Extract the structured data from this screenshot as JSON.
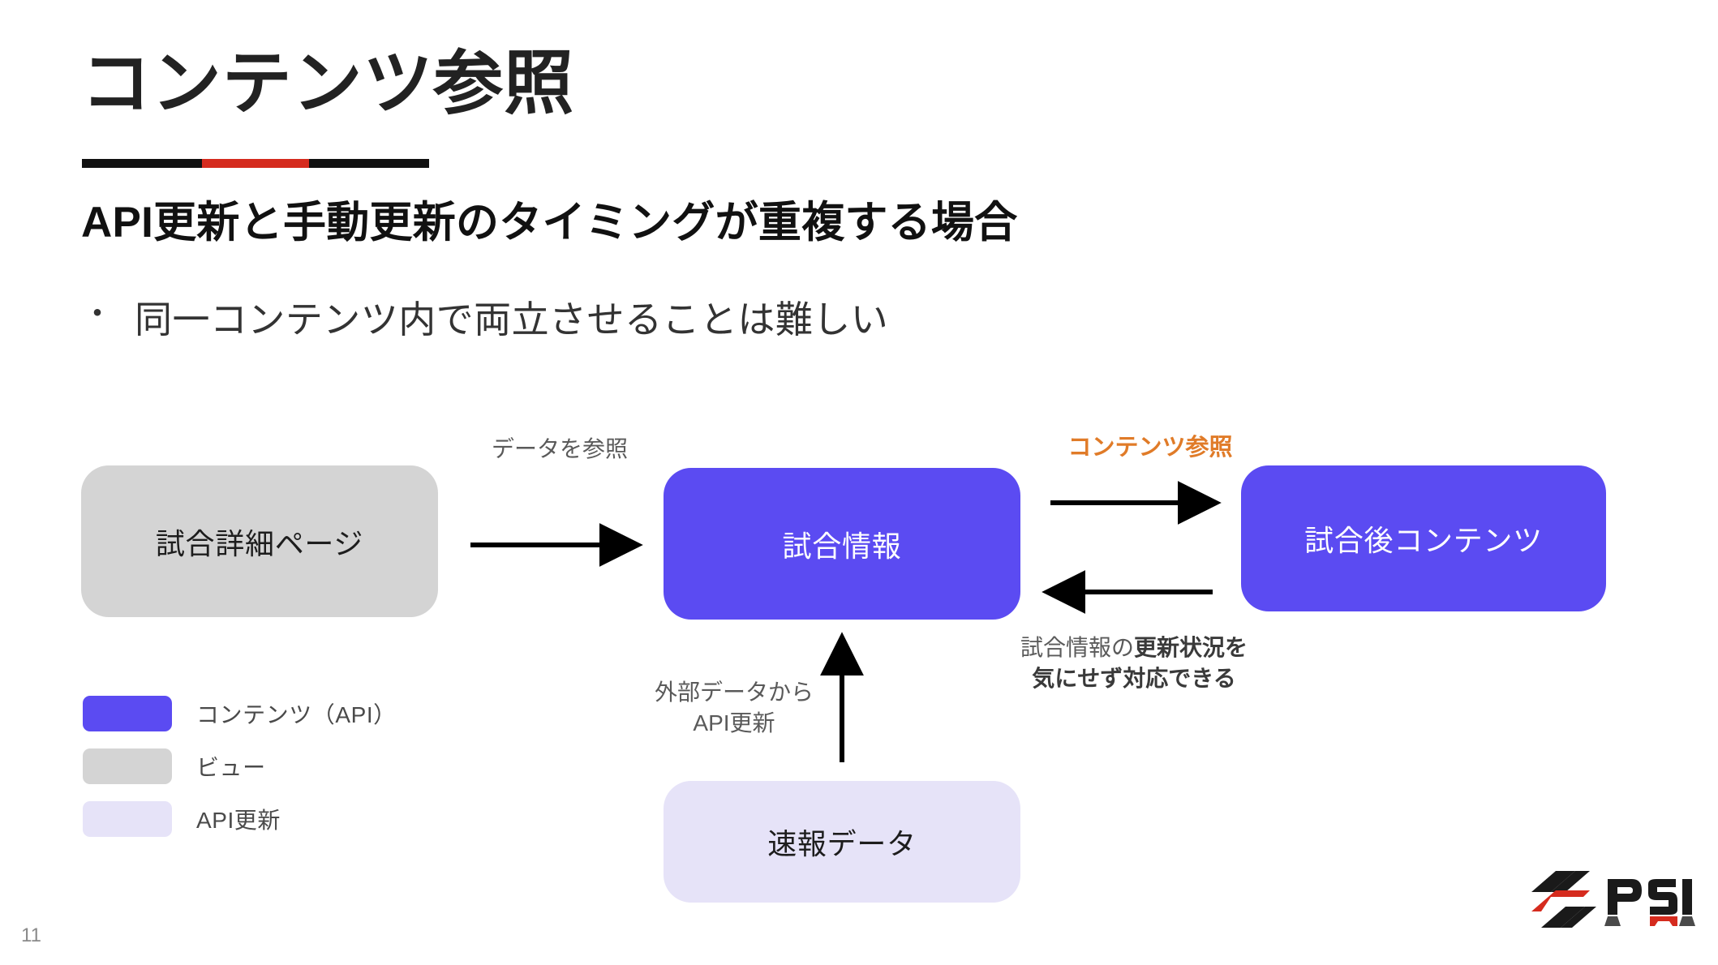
{
  "slide": {
    "title": "コンテンツ参照",
    "subtitle": "API更新と手動更新のタイミングが重複する場合",
    "bullet_marker": "・",
    "bullet": "同一コンテンツ内で両立させることは難しい",
    "page_number": "11"
  },
  "colors": {
    "accent_purple": "#5B4BF2",
    "lavender": "#E6E3F8",
    "gray": "#D4D4D4",
    "orange": "#E07B28",
    "rule_red": "#D52B1E",
    "rule_black": "#111111",
    "text_dark": "#222222",
    "text_muted": "#5a5a5a"
  },
  "diagram": {
    "nodes": [
      {
        "id": "match-detail-page",
        "label": "試合詳細ページ",
        "type": "view"
      },
      {
        "id": "match-info",
        "label": "試合情報",
        "type": "content-api"
      },
      {
        "id": "post-match-content",
        "label": "試合後コンテンツ",
        "type": "content-api"
      },
      {
        "id": "live-data",
        "label": "速報データ",
        "type": "api-update"
      }
    ],
    "edge_labels": {
      "data_reference": "データを参照",
      "content_reference": "コンテンツ参照",
      "external_api_update_line1": "外部データから",
      "external_api_update_line2": "API更新",
      "benefit_line1_normal": "試合情報の",
      "benefit_line1_bold": "更新状況を",
      "benefit_line2_bold": "気にせず対応できる"
    }
  },
  "legend": {
    "items": [
      {
        "label": "コンテンツ（API）",
        "color": "#5B4BF2"
      },
      {
        "label": "ビュー",
        "color": "#D4D4D4"
      },
      {
        "label": "API更新",
        "color": "#E6E3F8"
      }
    ]
  },
  "logo": {
    "text": "PSI"
  }
}
